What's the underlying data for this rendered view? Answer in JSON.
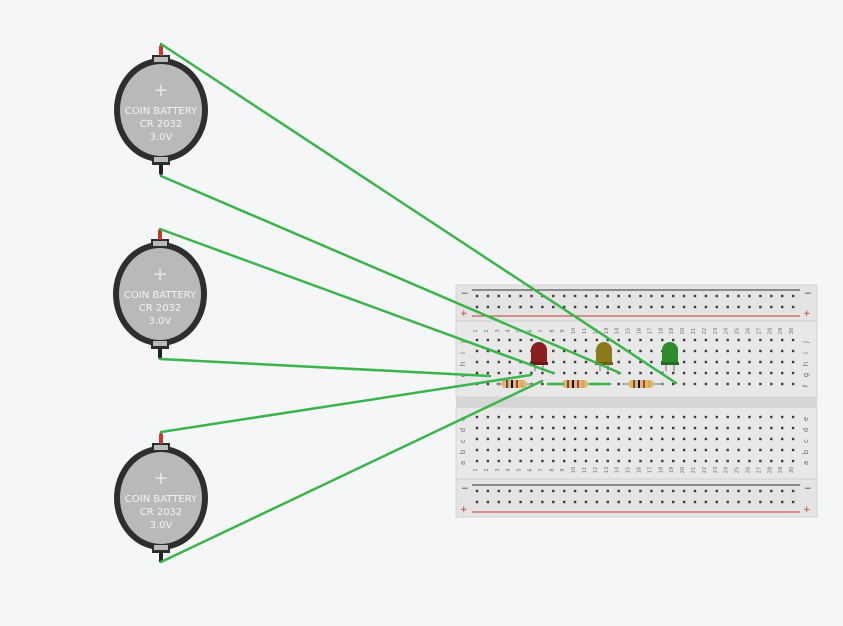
{
  "colors": {
    "wire": "#3bb44a",
    "battery_body": "#b9b9b9",
    "battery_holder": "#2e2e2e",
    "terminal_pos": "#c0392b",
    "board": "#e4e4e4",
    "rail_red": "#c0392b",
    "rail_black": "#333333",
    "hole": "#3a3a3a"
  },
  "batteries": [
    {
      "line1": "COIN BATTERY",
      "line2": "CR 2032",
      "line3": "3.0V",
      "symbol": "+"
    },
    {
      "line1": "COIN BATTERY",
      "line2": "CR 2032",
      "line3": "3.0V",
      "symbol": "+"
    },
    {
      "line1": "COIN BATTERY",
      "line2": "CR 2032",
      "line3": "3.0V",
      "symbol": "+"
    }
  ],
  "breadboard": {
    "columns": 30,
    "top_rows": [
      "j",
      "i",
      "h",
      "g",
      "f"
    ],
    "bottom_rows": [
      "e",
      "d",
      "c",
      "b",
      "a"
    ],
    "rail_negative_label": "−",
    "rail_positive_label": "+"
  },
  "leds": [
    {
      "name": "led-red",
      "color": "#8b1e1e"
    },
    {
      "name": "led-yellow",
      "color": "#8a7a1c"
    },
    {
      "name": "led-green",
      "color": "#2e8b2e"
    }
  ],
  "resistors": [
    {
      "name": "resistor-1",
      "bands": [
        "#8b4513",
        "#111111",
        "#c0392b",
        "#d4af37"
      ]
    },
    {
      "name": "resistor-2",
      "bands": [
        "#8b4513",
        "#111111",
        "#c0392b",
        "#d4af37"
      ]
    },
    {
      "name": "resistor-3",
      "bands": [
        "#8b4513",
        "#111111",
        "#c0392b",
        "#d4af37"
      ]
    }
  ]
}
